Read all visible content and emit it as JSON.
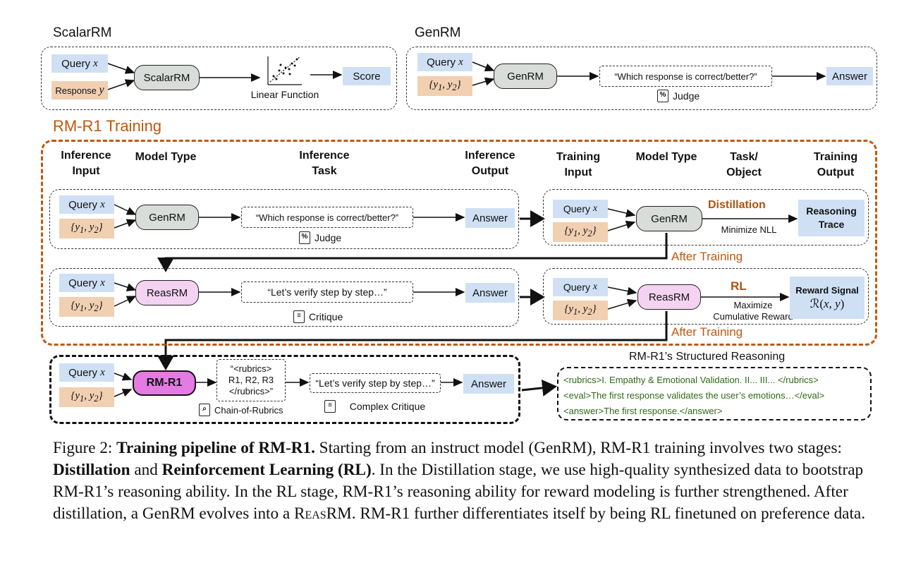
{
  "top": {
    "scalar_title": "ScalarRM",
    "gen_title": "GenRM",
    "query": "Query",
    "response": "Response",
    "scalarrm": "ScalarRM",
    "linear": "Linear Function",
    "score": "Score",
    "genrm": "GenRM",
    "question": "“Which response is correct/better?”",
    "judge": "Judge",
    "answer": "Answer"
  },
  "training": {
    "title": "RM-R1 Training",
    "headers": [
      "Inference Input",
      "Model Type",
      "Inference Task",
      "Inference Output",
      "Training Input",
      "Model Type",
      "Task/ Object",
      "Training Output"
    ],
    "query": "Query",
    "genrm": "GenRM",
    "reasrm": "ReasRM",
    "question": "“Which response is correct/better?”",
    "verify": "“Let’s verify step by step…”",
    "answer": "Answer",
    "judge": "Judge",
    "critique": "Critique",
    "distillation": "Distillation",
    "minimize": "Minimize NLL",
    "reasoning_trace": "Reasoning Trace",
    "after_training": "After Training",
    "rl": "RL",
    "maximize": "Maximize Cumulative Reward",
    "reward_signal": "Reward Signal"
  },
  "rmr1": {
    "query": "Query",
    "model": "RM-R1",
    "rubrics_line1": "“<rubrics>",
    "rubrics_line2": "R1, R2, R3",
    "rubrics_line3": "</rubrics>”",
    "verify": "“Let’s verify step by step…”",
    "answer": "Answer",
    "chain": "Chain-of-Rubrics",
    "complex": "Complex Critique",
    "structured_title": "RM-R1’s Structured Reasoning",
    "line1": "<rubrics>I. Empathy & Emotional Validation.   II...   III... </rubrics>",
    "line2": "<eval>The first response validates the user’s emotions…</eval>",
    "line3": "<answer>The first response.</answer>"
  },
  "caption": {
    "label": "Figure 2:",
    "bold_title": "Training pipeline of RM-R1.",
    "s1": "Starting from an instruct model (GenRM), RM-R1 training involves two stages:",
    "distill": "Distillation",
    "and": "and",
    "rl": "Reinforcement Learning (RL)",
    "s2": ". In the Distillation stage, we use high-quality synthesized data to bootstrap RM-R1’s reasoning ability. In the RL stage, RM-R1’s reasoning ability for reward modeling is further strengthened. After distillation, a GenRM evolves into a",
    "reasrm": "ReasRM",
    "s3": ". RM-R1 further differentiates itself by being RL finetuned on preference data."
  },
  "colors": {
    "orange": "#c0580e",
    "blue": "#cfe0f5",
    "peach": "#f1cfb1",
    "pink": "#f3d3f1",
    "magenta": "#e47be3",
    "green": "#2d6b14"
  }
}
